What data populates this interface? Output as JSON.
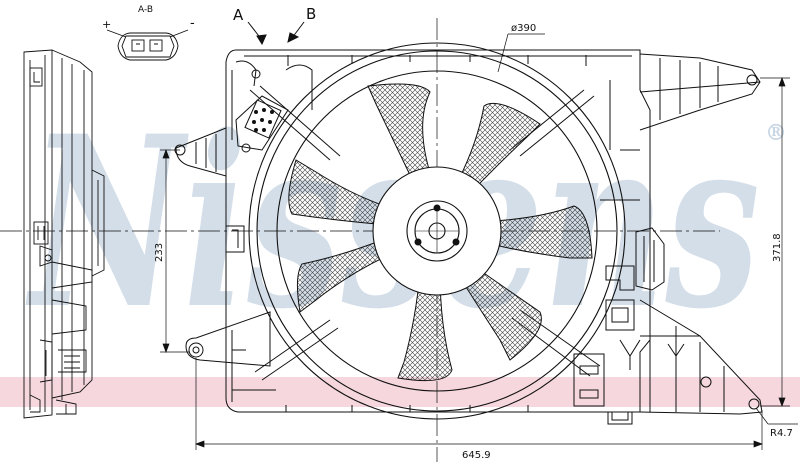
{
  "watermark": {
    "text": "Nissens",
    "registered": "®",
    "band_color": "#f2c9d2",
    "text_color": "#c9d6e4"
  },
  "connector": {
    "title": "A-B",
    "plus": "+",
    "minus": "-"
  },
  "arrows": {
    "a": "A",
    "b": "B"
  },
  "dimensions": {
    "fan_diameter": "ø390",
    "height_left": "233",
    "height_right": "371.8",
    "width_bottom": "645.9",
    "radius": "R4.7"
  },
  "colors": {
    "line": "#111111",
    "hatch": "#555555"
  }
}
